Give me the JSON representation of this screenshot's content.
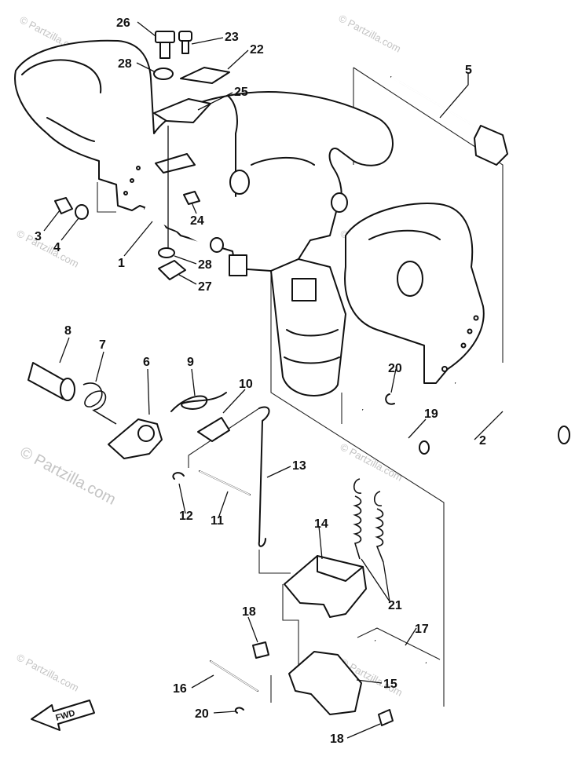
{
  "watermark": {
    "text": "© Partzilla.com",
    "main_text": "© Partzilla.com"
  },
  "arrow": {
    "label": "FWD"
  },
  "callouts": [
    {
      "id": "c26",
      "label": "26"
    },
    {
      "id": "c23",
      "label": "23"
    },
    {
      "id": "c22",
      "label": "22"
    },
    {
      "id": "c28a",
      "label": "28"
    },
    {
      "id": "c25",
      "label": "25"
    },
    {
      "id": "c5",
      "label": "5"
    },
    {
      "id": "c24",
      "label": "24"
    },
    {
      "id": "c3",
      "label": "3"
    },
    {
      "id": "c4",
      "label": "4"
    },
    {
      "id": "c1",
      "label": "1"
    },
    {
      "id": "c28b",
      "label": "28"
    },
    {
      "id": "c27",
      "label": "27"
    },
    {
      "id": "c8",
      "label": "8"
    },
    {
      "id": "c7",
      "label": "7"
    },
    {
      "id": "c6",
      "label": "6"
    },
    {
      "id": "c9",
      "label": "9"
    },
    {
      "id": "c10",
      "label": "10"
    },
    {
      "id": "c20a",
      "label": "20"
    },
    {
      "id": "c19",
      "label": "19"
    },
    {
      "id": "c2",
      "label": "2"
    },
    {
      "id": "c13",
      "label": "13"
    },
    {
      "id": "c12",
      "label": "12"
    },
    {
      "id": "c11",
      "label": "11"
    },
    {
      "id": "c14",
      "label": "14"
    },
    {
      "id": "c21",
      "label": "21"
    },
    {
      "id": "c18a",
      "label": "18"
    },
    {
      "id": "c17",
      "label": "17"
    },
    {
      "id": "c16",
      "label": "16"
    },
    {
      "id": "c15",
      "label": "15"
    },
    {
      "id": "c20b",
      "label": "20"
    },
    {
      "id": "c18b",
      "label": "18"
    }
  ]
}
